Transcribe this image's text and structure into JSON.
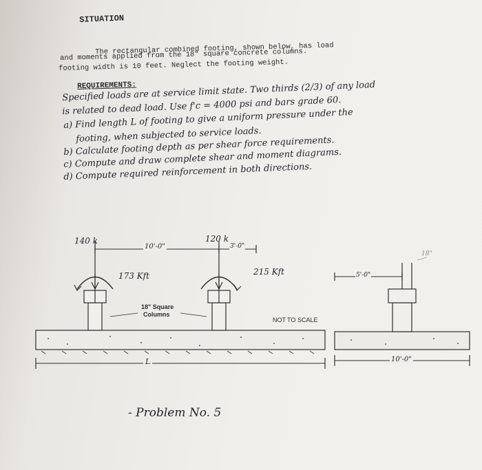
{
  "situation_heading": "SITUATION",
  "situation_lines": [
    "The rectangular combined footing, shown below, has load",
    "and moments applied from the 18\" square concrete columns.",
    "footing width is 10 feet.  Neglect the footing weight."
  ],
  "requirements_heading": "REQUIREMENTS:",
  "handwritten_lines": [
    "Specified loads are at service limit state. Two thirds (2/3) of any load",
    "is related to dead load. Use f'c = 4000 psi and bars grade 60.",
    "a) Find length L of footing to give a uniform pressure under the",
    "footing, when subjected to service loads.",
    "b) Calculate footing depth as per shear force requirements.",
    "c) Compute and draw complete shear and moment diagrams.",
    "d) Compute required reinforcement in both directions."
  ],
  "diagram": {
    "load_left": "140 k",
    "load_right": "120 k",
    "dim_spacing": "10'-0\"",
    "dim_overhang": "3'-0\"",
    "moment_left": "173 Kft",
    "moment_right": "215 Kft",
    "column_note_line1": "18\" Square",
    "column_note_line2": "Columns",
    "not_to_scale": "NOT TO SCALE",
    "length_label": "L",
    "section_dim_top": "5'-0\"",
    "section_dim_bottom": "10'-0\"",
    "section_col_size": "18\""
  },
  "problem_label": "- Problem No. 5"
}
